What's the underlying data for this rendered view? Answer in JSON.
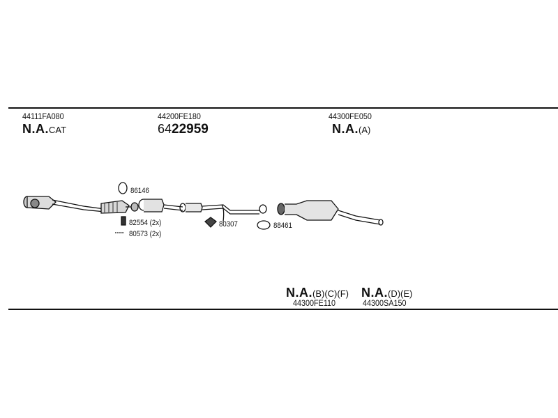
{
  "top_labels": {
    "col1_part": "44111FA080",
    "col1_na": "N.A.",
    "col1_suffix": "CAT",
    "col2_part": "44200FE180",
    "col2_prefix": "64",
    "col2_number": "22959",
    "col3_part": "44300FE050",
    "col3_na": "N.A.",
    "col3_suffix": "(A)"
  },
  "small_parts": {
    "p86146": "86146",
    "p82554": "82554 (2x)",
    "p80573": "80573 (2x)",
    "p80307": "80307",
    "p88461": "88461"
  },
  "bottom_labels": {
    "left_na": "N.A.",
    "left_suffix": "(B)(C)(F)",
    "left_part": "44300FE110",
    "right_na": "N.A.",
    "right_suffix": "(D)(E)",
    "right_part": "44300SA150"
  }
}
